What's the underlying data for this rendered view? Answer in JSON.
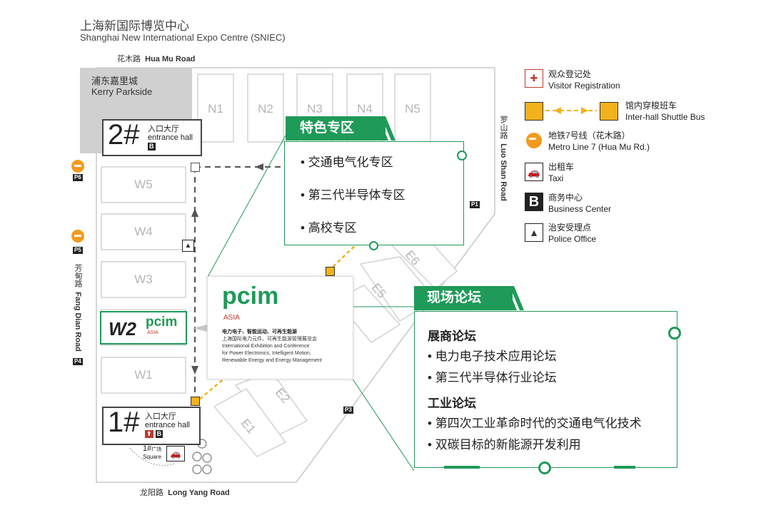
{
  "header": {
    "title_cn": "上海新国际博览中心",
    "title_en": "Shanghai New International Expo Centre (SNIEC)"
  },
  "roads": {
    "north": {
      "cn": "花木路",
      "en": "Hua Mu Road"
    },
    "south": {
      "cn": "龙阳路",
      "en": "Long Yang Road"
    },
    "east": {
      "cn": "罗山路",
      "en": "Luo Shan Road"
    },
    "west": {
      "cn": "芳甸路",
      "en": "Fang Dian Road"
    }
  },
  "kerry": {
    "cn": "浦东嘉里城",
    "en": "Kerry Parkside"
  },
  "halls": {
    "north": [
      "N1",
      "N2",
      "N3",
      "N4",
      "N5"
    ],
    "west": [
      "W5",
      "W4",
      "W3",
      "W1"
    ],
    "east": [
      "E1",
      "E2",
      "E5",
      "E6"
    ]
  },
  "entrance2": {
    "num": "2#",
    "cn": "入口大厅",
    "en": "entrance hall",
    "badge": "B"
  },
  "entrance1": {
    "num": "1#",
    "cn": "入口大厅",
    "en": "entrance hall",
    "badge": "B"
  },
  "square": {
    "num": "1#",
    "cn": "广场",
    "en": "Square"
  },
  "parking": [
    "P6",
    "P5",
    "P4",
    "P1",
    "P3"
  ],
  "w2": {
    "hall": "W2",
    "brand": "pcim",
    "sub": "ASIA"
  },
  "pcim_card": {
    "brand": "pcim",
    "sub": "ASIA",
    "tagline_cn": "电力电子、智能运动、可再生能源",
    "desc_cn": "上海国际电力元件、可再生能源管理展览会",
    "desc_en_1": "International Exhibition and Conference",
    "desc_en_2": "for Power Electronics, Intelligent Motion,",
    "desc_en_3": "Renewable Energy and Energy Management"
  },
  "special_zone": {
    "title": "特色专区",
    "items": [
      "交通电气化专区",
      "第三代半导体专区",
      "高校专区"
    ]
  },
  "forum": {
    "title": "现场论坛",
    "section1": "展商论坛",
    "section1_items": [
      "电力电子技术应用论坛",
      "第三代半导体行业论坛"
    ],
    "section2": "工业论坛",
    "section2_items": [
      "第四次工业革命时代的交通电气化技术",
      "双碳目标的新能源开发利用"
    ]
  },
  "legend": [
    {
      "icon": "visitor-registration-icon",
      "cn": "观众登记处",
      "en": "Visitor Registration"
    },
    {
      "icon": "shuttle-bus-icon",
      "cn": "馆内穿梭班车",
      "en": "Inter-hall Shuttle Bus"
    },
    {
      "icon": "metro-icon",
      "cn": "地铁7号线（花木路）",
      "en": "Metro Line 7 (Hua Mu Rd.)"
    },
    {
      "icon": "taxi-icon",
      "cn": "出租车",
      "en": "Taxi"
    },
    {
      "icon": "business-center-icon",
      "cn": "商务中心",
      "en": "Business Center"
    },
    {
      "icon": "police-office-icon",
      "cn": "治安受理点",
      "en": "Police Office"
    }
  ],
  "colors": {
    "green": "#1f9a58",
    "gray": "#c8c8c8",
    "yellow": "#f2b21b",
    "orange": "#f39a1e"
  }
}
